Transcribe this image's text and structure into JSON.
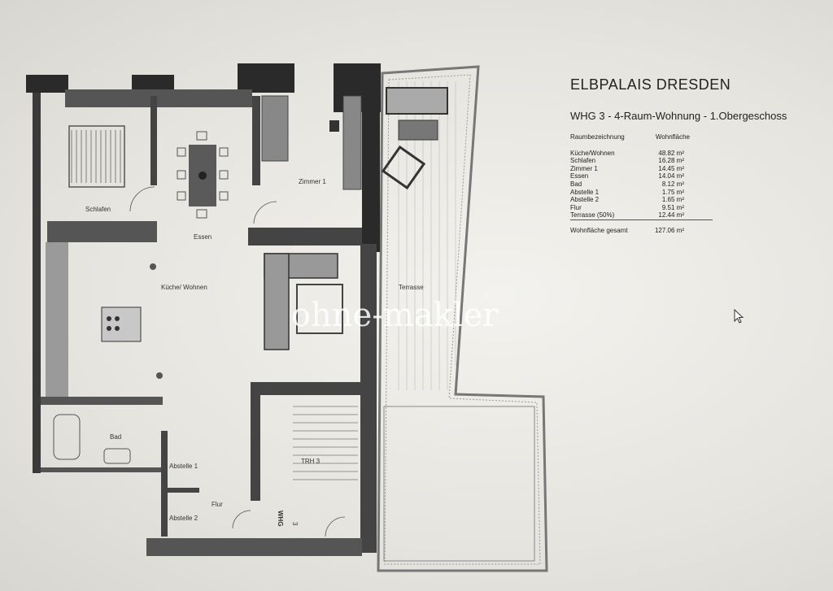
{
  "document": {
    "title": "ELBPALAIS DRESDEN",
    "subtitle": "WHG 3 - 4-Raum-Wohnung - 1.Obergeschoss",
    "table": {
      "col_room": "Raumbezeichnung",
      "col_area": "Wohnfläche",
      "rows": [
        {
          "room": "Küche/Wohnen",
          "area": "48.82 m²"
        },
        {
          "room": "Schlafen",
          "area": "16.28 m²"
        },
        {
          "room": "Zimmer 1",
          "area": "14.45 m²"
        },
        {
          "room": "Essen",
          "area": "14.04 m²"
        },
        {
          "room": "Bad",
          "area": "8.12 m²"
        },
        {
          "room": "Abstelle 1",
          "area": "1.75 m²"
        },
        {
          "room": "Abstelle 2",
          "area": "1.65 m²"
        },
        {
          "room": "Flur",
          "area": "9.51 m²"
        },
        {
          "room": "Terrasse (50%)",
          "area": "12.44 m²"
        }
      ],
      "total_label": "Wohnfläche gesamt",
      "total_value": "127.06 m²"
    }
  },
  "plan": {
    "rooms": {
      "schlafen": "Schlafen",
      "essen": "Essen",
      "zimmer1": "Zimmer 1",
      "kueche": "Küche/ Wohnen",
      "terrasse": "Terrasse",
      "bad": "Bad",
      "abstelle1": "Abstelle 1",
      "abstelle2": "Abstelle 2",
      "flur": "Flur",
      "trh": "TRH 3"
    },
    "whg_label": "WHG",
    "whg_number": "3"
  },
  "watermark": {
    "text": "ohne-makler"
  }
}
